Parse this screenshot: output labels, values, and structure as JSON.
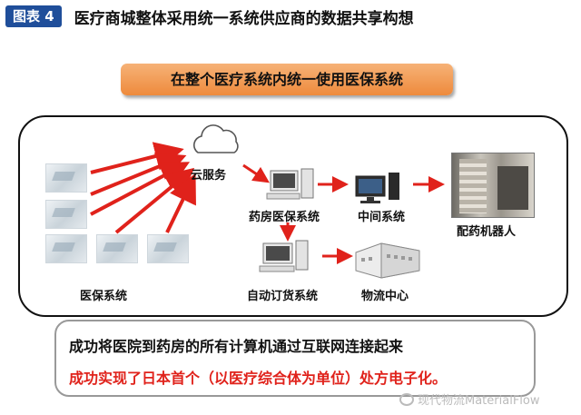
{
  "header": {
    "figure_label": "图表 4",
    "title": "医疗商城整体采用统一系统供应商的数据共享构想"
  },
  "banner": {
    "text": "在整个医疗系统内统一使用医保系统"
  },
  "nodes": {
    "insurance": "医保系统",
    "cloud": "云服务",
    "pharmacy": "药房医保系统",
    "middle": "中间系统",
    "robot": "配药机器人",
    "ordering": "自动订货系统",
    "logistics": "物流中心"
  },
  "results": {
    "line1": "成功将医院到药房的所有计算机通过互联网连接起来",
    "line2": "成功实现了日本首个（以医疗综合体为单位）处方电子化。"
  },
  "watermark": "现代物流MaterialFlow",
  "colors": {
    "badge": "#1f4e9a",
    "banner": "#ee8a3c",
    "arrow": "#e0221b",
    "highlight": "#e0221b"
  }
}
